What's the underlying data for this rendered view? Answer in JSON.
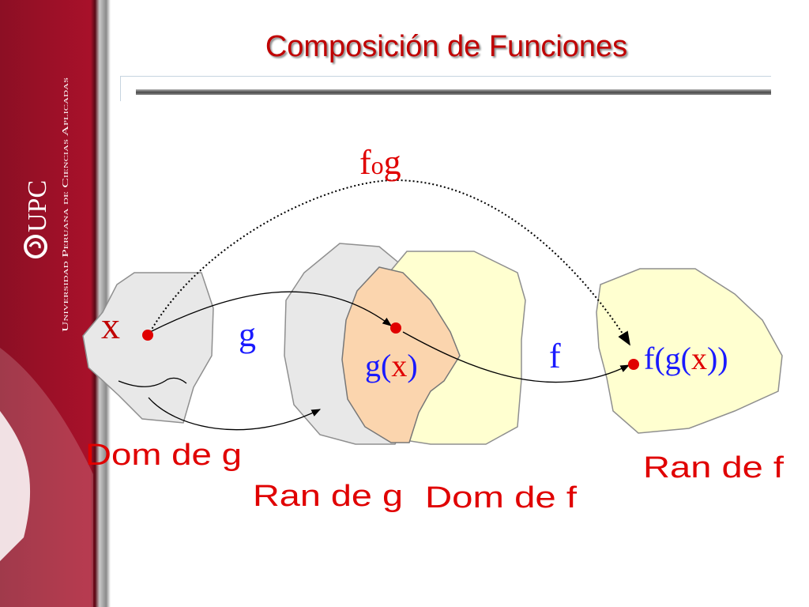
{
  "slide": {
    "title": "Composición de Funciones"
  },
  "sidebar": {
    "university_name": "Universidad Peruana de Ciencias Aplicadas",
    "logo_text": "UPC"
  },
  "diagram": {
    "composition": {
      "f": "f",
      "op": "o",
      "g": "g"
    },
    "point_x": "x",
    "map_g": "g",
    "map_f": "f",
    "gx": {
      "open": "g(",
      "x": "x",
      "close": ")"
    },
    "fgx": {
      "open": "f(g(",
      "x": "x",
      "close": "))"
    },
    "dom_g": "Dom de g",
    "ran_g": "Ran de g",
    "dom_f": "Dom de f",
    "ran_f": "Ran de f"
  },
  "colors": {
    "brand_red": "#c00000",
    "math_blue": "#1a1aff",
    "label_red": "#e00000",
    "blob_gray": "#e8e8e8",
    "blob_yellow": "#ffffd0",
    "blob_peach": "#fbd5ae"
  }
}
